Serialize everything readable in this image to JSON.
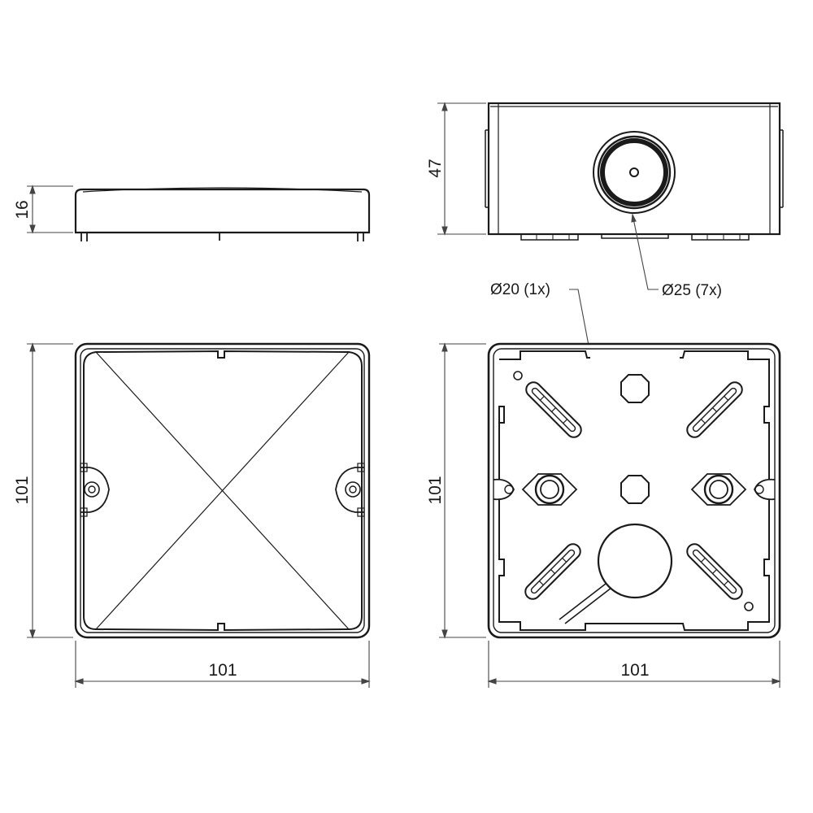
{
  "dimensions": {
    "lid_height": "16",
    "box_height": "47",
    "lid_height_top": "101",
    "lid_width": "101",
    "box_side_height": "101",
    "box_width": "101"
  },
  "callouts": {
    "hole_large": "Ø20 (1x)",
    "hole_small": "Ø25 (7x)"
  },
  "colors": {
    "line": "#1a1a1a",
    "dim_line": "#444444",
    "fill": "#ffffff"
  }
}
